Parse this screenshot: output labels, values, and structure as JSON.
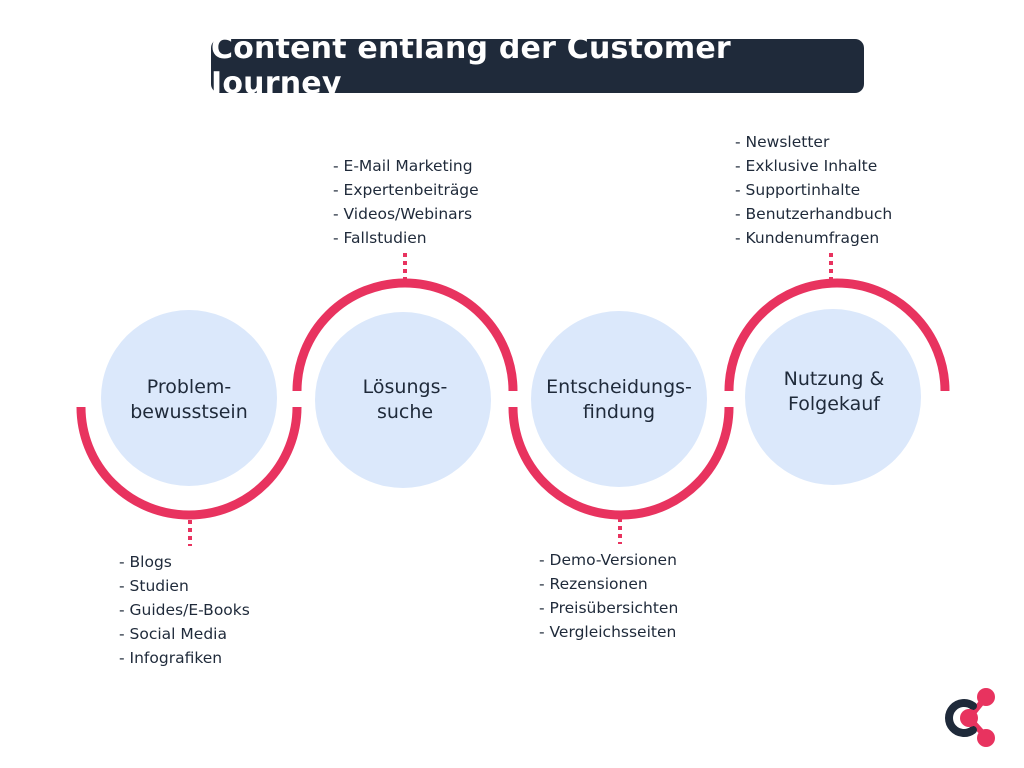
{
  "title": "Content entlang der Customer Journey",
  "colors": {
    "accent": "#e8335f",
    "circle_fill": "#dbe8fb",
    "title_bg": "#1f2a3a",
    "text": "#1f2a3a"
  },
  "stages": [
    {
      "label": "Problem-\nbewusstsein",
      "items": [
        "Blogs",
        "Studien",
        "Guides/E-Books",
        "Social Media",
        "Infografiken"
      ]
    },
    {
      "label": "Lösungs-\nsuche",
      "items": [
        "E-Mail Marketing",
        "Expertenbeiträge",
        "Videos/Webinars",
        "Fallstudien"
      ]
    },
    {
      "label": "Entscheidungs-\nfindung",
      "items": [
        "Demo-Versionen",
        "Rezensionen",
        "Preisübersichten",
        "Vergleichsseiten"
      ]
    },
    {
      "label": "Nutzung &\nFolgekauf",
      "items": [
        "Newsletter",
        "Exklusive Inhalte",
        "Supportinhalte",
        "Benutzerhandbuch",
        "Kundenumfragen"
      ]
    }
  ],
  "logo": {
    "icon": "share-icon",
    "letter": "C"
  }
}
